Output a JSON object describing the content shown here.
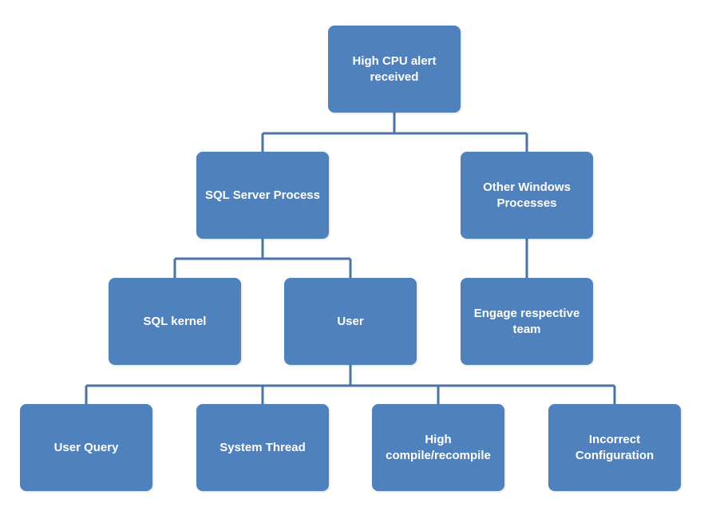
{
  "diagram": {
    "colors": {
      "box_fill": "#4f81bd",
      "box_text": "#ffffff",
      "connector": "#4a74a8"
    },
    "nodes": {
      "root": "High CPU alert\nreceived",
      "sql_server_process": "SQL Server Process",
      "other_windows_processes": "Other Windows\nProcesses",
      "sql_kernel": "SQL kernel",
      "user": "User",
      "engage_team": "Engage respective\nteam",
      "user_query": "User Query",
      "system_thread": "System Thread",
      "high_compile": "High\ncompile/recompile",
      "incorrect_configuration": "Incorrect\nConfiguration"
    },
    "edges": [
      [
        "root",
        "sql_server_process"
      ],
      [
        "root",
        "other_windows_processes"
      ],
      [
        "sql_server_process",
        "sql_kernel"
      ],
      [
        "sql_server_process",
        "user"
      ],
      [
        "other_windows_processes",
        "engage_team"
      ],
      [
        "user",
        "user_query"
      ],
      [
        "user",
        "system_thread"
      ],
      [
        "user",
        "high_compile"
      ],
      [
        "user",
        "incorrect_configuration"
      ]
    ]
  }
}
